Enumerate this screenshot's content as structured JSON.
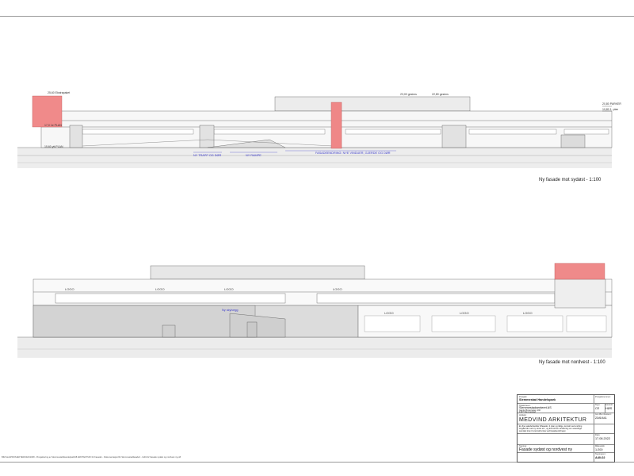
{
  "views": {
    "southeast_label": "Ny fasade mot sydøst - 1:100",
    "northwest_label": "Ny fasade mot nordvest - 1:100"
  },
  "annotations": {
    "southeast_blue": [
      "FASADEENDRING: NYE VINDUER, GJERDE OG DØR",
      "NY TRAPP OG DØR",
      "NY RAMPE"
    ],
    "northwest_blue": [
      "Ny skylvegg"
    ],
    "southeast_levels": [
      "25,60 Ekstrapaket",
      "23,00 gesims",
      "22,80 gesims",
      "20,80 PARKER",
      "19,80 1. plan",
      "17,0 1e PLAN",
      "15,60 ytt.PLAN"
    ],
    "logo": "LOGO"
  },
  "file_path": "BIM-Vest\\PROSJEKTER\\2022\\1008 - Prosjektering av Slemmestad\\Handelpark\\08 ARKITEKTUR\\ 02 Fasader - Dokumentasjon\\01 Slemmestadfasader\\...\\A40-02 Fasade sydøst og nordvest ny.pdf",
  "title_block": {
    "project_label": "Prosjekt:",
    "project": "Slemmestad Handelspark",
    "client_label": "Tiltakshaver:",
    "client": "Slemmestadsenteret AS",
    "address": [
      "Gamle Bovenveien 102",
      "1397 Slemmestad"
    ],
    "architect_label": "Arkitekt:",
    "architect": "MEDVIND ARKITEKTUR",
    "notes": [
      "Ev fine saksbehandler tilfasade i 4 plan og ifølge, korrekt ved endring",
      "Angående med ny vindu etc., og kontroll av ventilering om vesentlige",
      "samtale krav til vannskrivning ved fasadeendringen"
    ],
    "drawing_label": "Tegning:",
    "drawing": "Fasade sydøst og nordvest ny",
    "fields": {
      "proj_no_label": "Prosjektnummer:",
      "drawn_label": "Tegn:",
      "drawn": "CE",
      "checked_label": "Kontroll:",
      "checked": "HØS",
      "gnr_label": "Gnr./Bnr./Festenr.:",
      "gnr": "23/6/441",
      "date_label": "Dato:",
      "date": "17.08.2022",
      "scale_label": "Målestokk:",
      "scale": "1:200",
      "drawing_no_label": "Tegningsnr.:",
      "drawing_no": "A40-02"
    }
  }
}
